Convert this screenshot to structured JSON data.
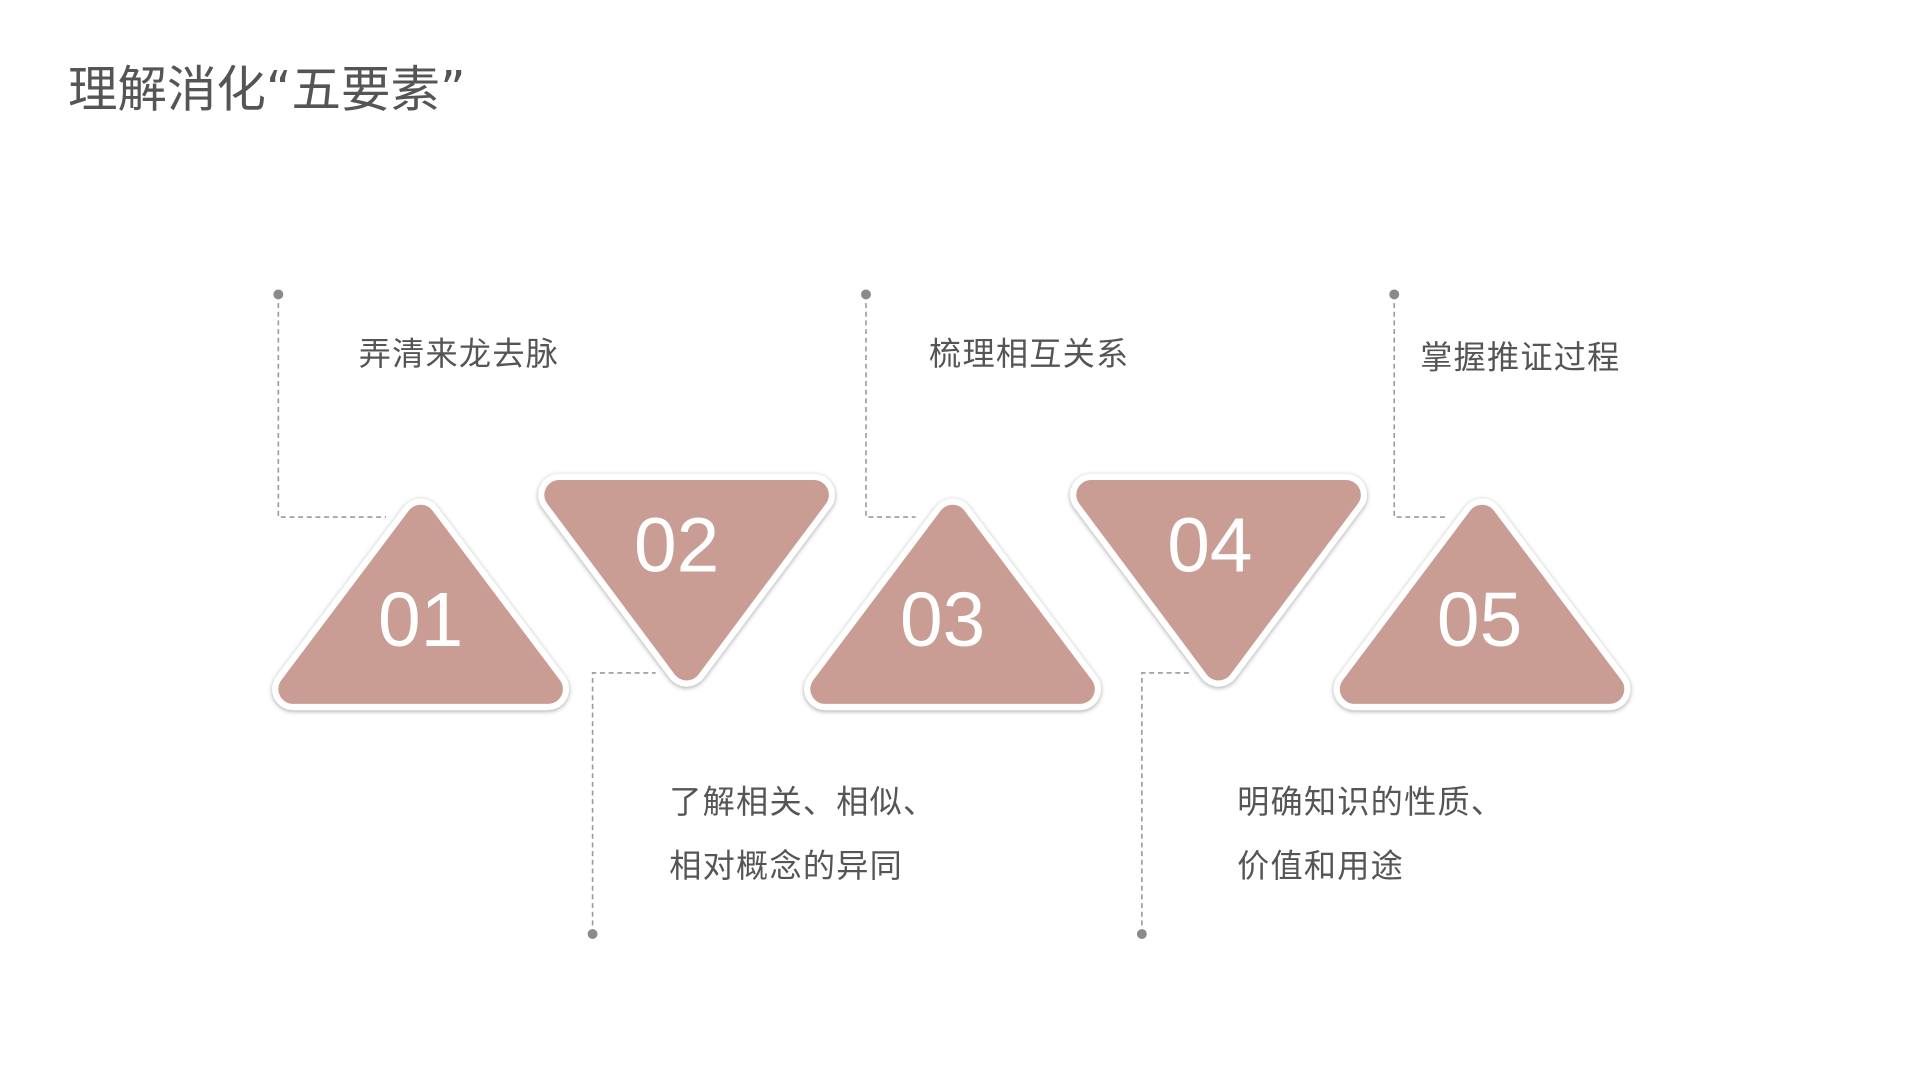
{
  "title": "理解消化“五要素”",
  "accent_color": "#c99d94",
  "steps": [
    {
      "number": "01",
      "lines": [
        "弄清来龙去脉"
      ]
    },
    {
      "number": "02",
      "lines": [
        "了解相关、相似、",
        "相对概念的异同"
      ]
    },
    {
      "number": "03",
      "lines": [
        "梳理相互关系"
      ]
    },
    {
      "number": "04",
      "lines": [
        "明确知识的性质、",
        "价值和用途"
      ]
    },
    {
      "number": "05",
      "lines": [
        "掌握推证过程"
      ]
    }
  ]
}
